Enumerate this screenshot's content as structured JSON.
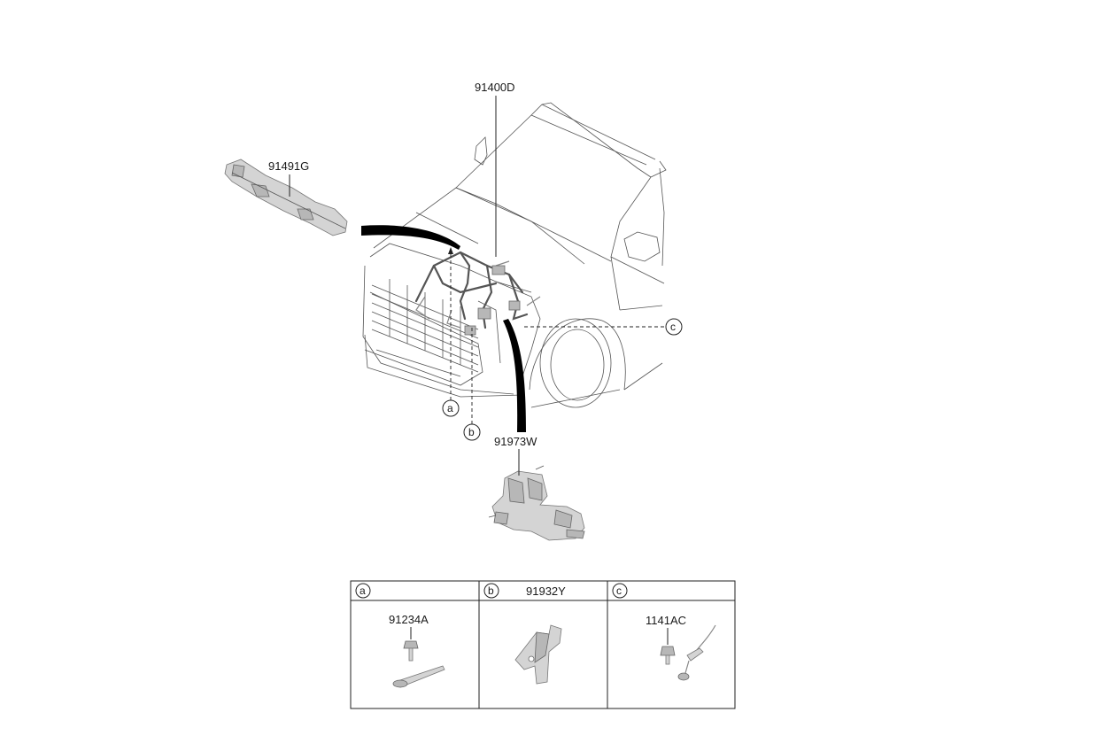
{
  "parts": {
    "main_harness": "91400D",
    "engine_room_harness": "91491G",
    "relay_box": "91973W",
    "bolt_a": "91234A",
    "bracket_b": "91932Y",
    "bolt_c": "1141AC"
  },
  "callouts": {
    "a": "a",
    "b": "b",
    "c": "c"
  },
  "detail_table": {
    "cells": [
      {
        "key": "a",
        "header": "",
        "part": "91234A"
      },
      {
        "key": "b",
        "header": "91932Y",
        "part": ""
      },
      {
        "key": "c",
        "header": "",
        "part": "1141AC"
      }
    ]
  }
}
